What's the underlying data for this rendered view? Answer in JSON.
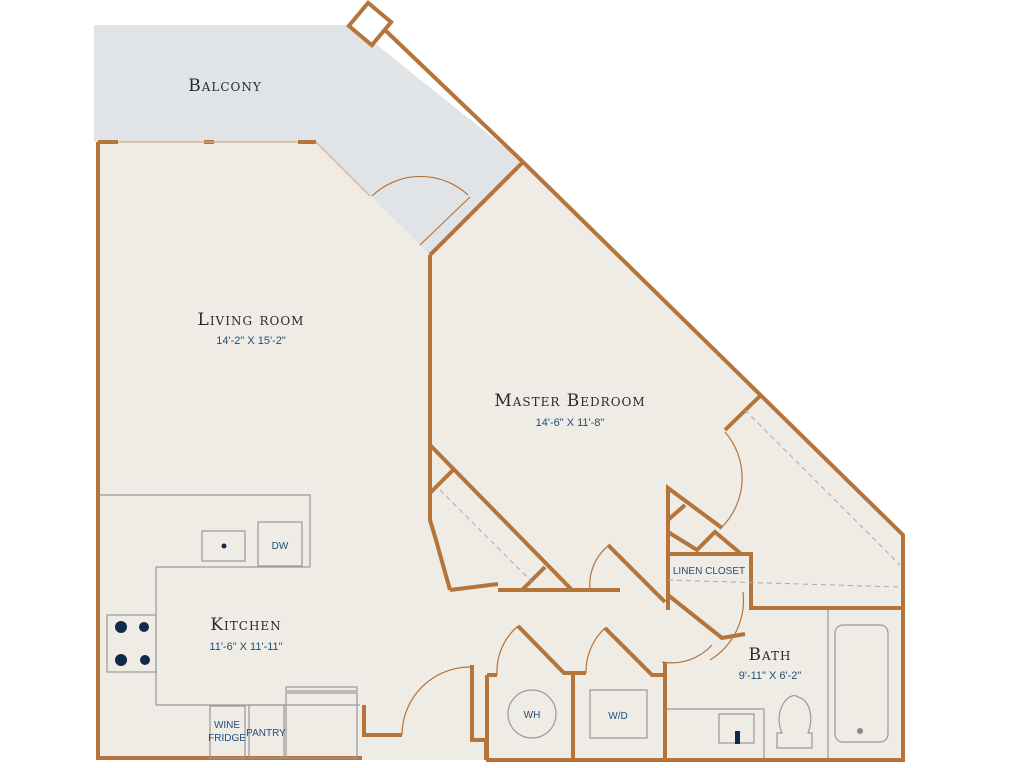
{
  "rooms": {
    "balcony": {
      "name": "Balcony"
    },
    "living": {
      "name": "Living room",
      "dims": "14'-2\" X 15'-2\""
    },
    "bedroom": {
      "name": "Master Bedroom",
      "dims": "14'-6\" X 11'-8\""
    },
    "kitchen": {
      "name": "Kitchen",
      "dims": "11'-6\" X 11'-11\""
    },
    "bath": {
      "name": "Bath",
      "dims": "9'-11\" X 6'-2\""
    }
  },
  "fixtures": {
    "dw": "DW",
    "wine_fridge_1": "WINE",
    "wine_fridge_2": "FRIDGE",
    "pantry": "PANTRY",
    "linen": "LINEN CLOSET",
    "wh": "WH",
    "wd": "W/D"
  },
  "colors": {
    "wall": "#b5743a",
    "floor": "#efece6",
    "balcony": "#e1e4e6",
    "label": "#1f4e79"
  }
}
